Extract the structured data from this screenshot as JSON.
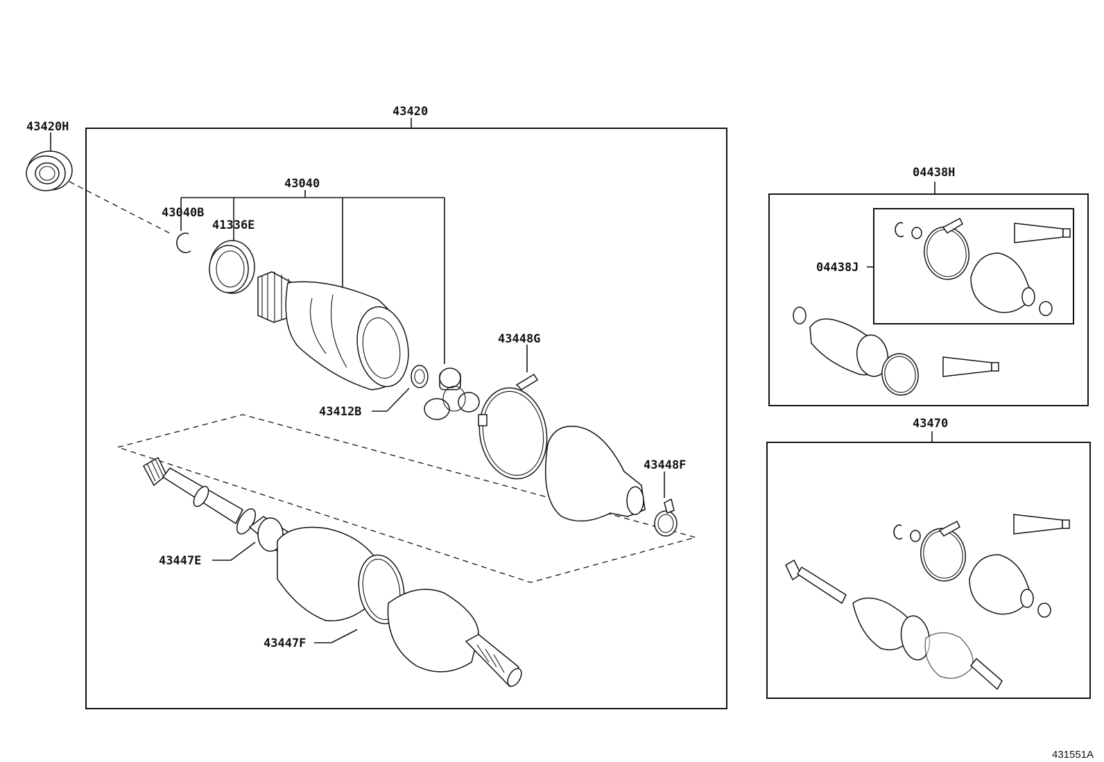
{
  "labels": {
    "p43420h": "43420H",
    "p43420": "43420",
    "p43040": "43040",
    "p43040b": "43040B",
    "p41336e": "41336E",
    "p43448g": "43448G",
    "p43412b": "43412B",
    "p43448f": "43448F",
    "p43447e": "43447E",
    "p43447f": "43447F",
    "p04438h": "04438H",
    "p04438j": "04438J",
    "p43470": "43470"
  },
  "figure_id": "431551A"
}
